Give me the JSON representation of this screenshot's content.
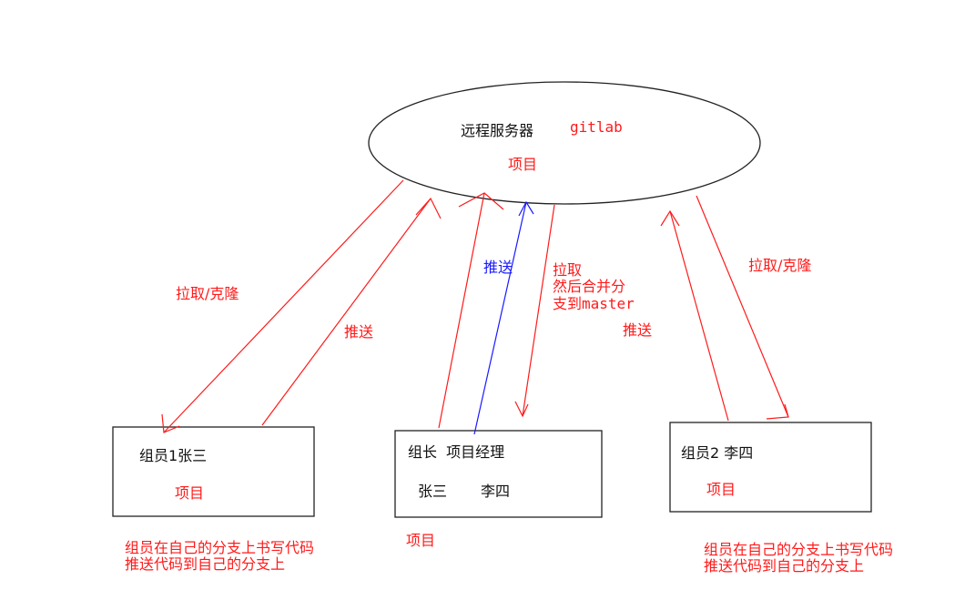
{
  "colors": {
    "red": "#ff1a1a",
    "blue": "#1a1aff",
    "black": "#111111"
  },
  "server": {
    "title": "远程服务器",
    "tool": "gitlab",
    "project": "项目"
  },
  "arrows": {
    "left_pull": "拉取/克隆",
    "left_push": "推送",
    "leader_push": "推送",
    "leader_pull": [
      "拉取",
      "然后合并分",
      "支到master"
    ],
    "right_push": "推送",
    "right_pull": "拉取/克隆"
  },
  "member1": {
    "title": "组员1张三",
    "project": "项目",
    "note": [
      "组员在自己的分支上书写代码",
      "推送代码到自己的分支上"
    ]
  },
  "leader": {
    "title": "组长  项目经理",
    "member_a": "张三",
    "member_b": "李四",
    "project": "项目"
  },
  "member2": {
    "title": "组员2 李四",
    "project": "项目",
    "note": [
      "组员在自己的分支上书写代码",
      "推送代码到自己的分支上"
    ]
  }
}
